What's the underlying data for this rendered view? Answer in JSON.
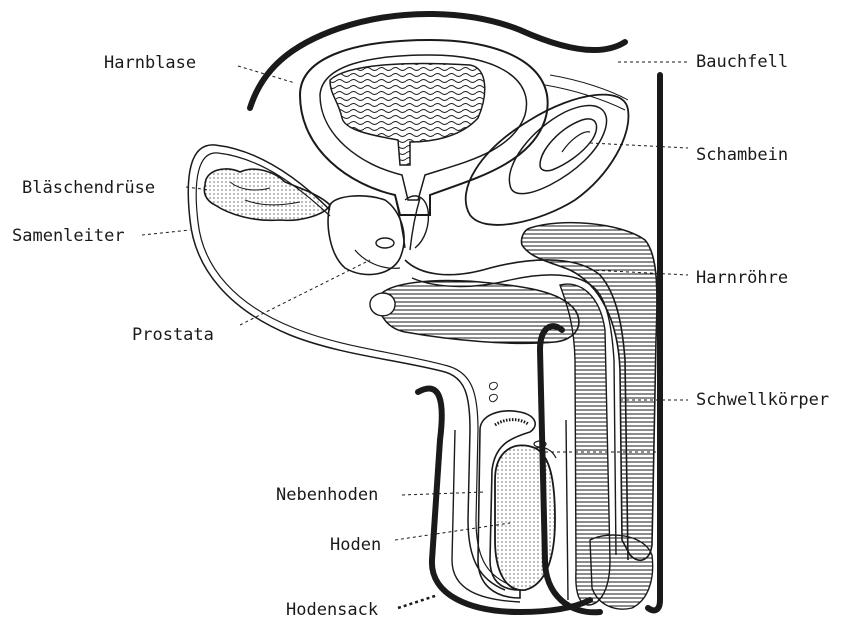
{
  "labels": {
    "harnblase": "Harnblase",
    "bauchfell": "Bauchfell",
    "schambein": "Schambein",
    "blaeschendruese": "Bläschendrüse",
    "samenleiter": "Samenleiter",
    "harnroehre": "Harnröhre",
    "prostata": "Prostata",
    "schwellkoerper": "Schwellkörper",
    "nebenhoden": "Nebenhoden",
    "hoden": "Hoden",
    "hodensack": "Hodensack"
  },
  "colors": {
    "ink": "#1a1a1a",
    "paper": "#ffffff"
  }
}
